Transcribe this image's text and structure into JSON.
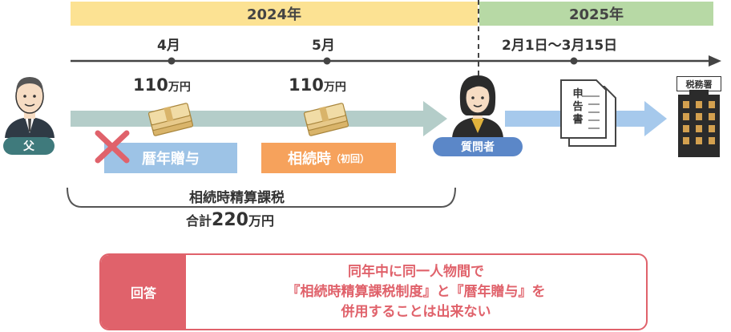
{
  "timeline": {
    "year_2024": "2024年",
    "year_2025": "2025年",
    "month_april": "4月",
    "month_may": "5月",
    "filing_period": "2月1日～3月15日"
  },
  "amounts": {
    "april_value": "110",
    "april_unit": "万円",
    "may_value": "110",
    "may_unit": "万円"
  },
  "people": {
    "father": "父",
    "questioner": "質問者"
  },
  "gifts": {
    "calendar_year_gift": "暦年贈与",
    "settlement_gift": "相続時",
    "settlement_gift_note": "（初回）"
  },
  "summary": {
    "line1": "相続時精算課税",
    "line2_prefix": "合計",
    "line2_amount": "220",
    "line2_unit": "万円"
  },
  "document": {
    "char1": "申",
    "char2": "告",
    "char3": "書"
  },
  "tax_office": {
    "sign": "税務署"
  },
  "answer": {
    "tag": "回答",
    "line1": "同年中に同一人物間で",
    "line2": "『相続時精算課税制度』と『暦年贈与』を",
    "line3": "併用することは出来ない"
  },
  "colors": {
    "band_2024": "#fce293",
    "band_2025": "#b7d9a5",
    "flow_arrow": "#b4cdc9",
    "filing_arrow": "#a6c9ec",
    "calendar_gift_box": "#9dc3e6",
    "settlement_box": "#f6a25c",
    "questioner_pill": "#5b87c8",
    "father_pill": "#3f7a7c",
    "cross": "#e0626b",
    "answer": "#e0626b"
  },
  "icons": {
    "father": "man-avatar-icon",
    "questioner": "woman-avatar-icon",
    "money": "banknote-stack-icon",
    "cross": "cross-mark-icon",
    "document": "document-icon",
    "tax_office": "building-icon"
  }
}
